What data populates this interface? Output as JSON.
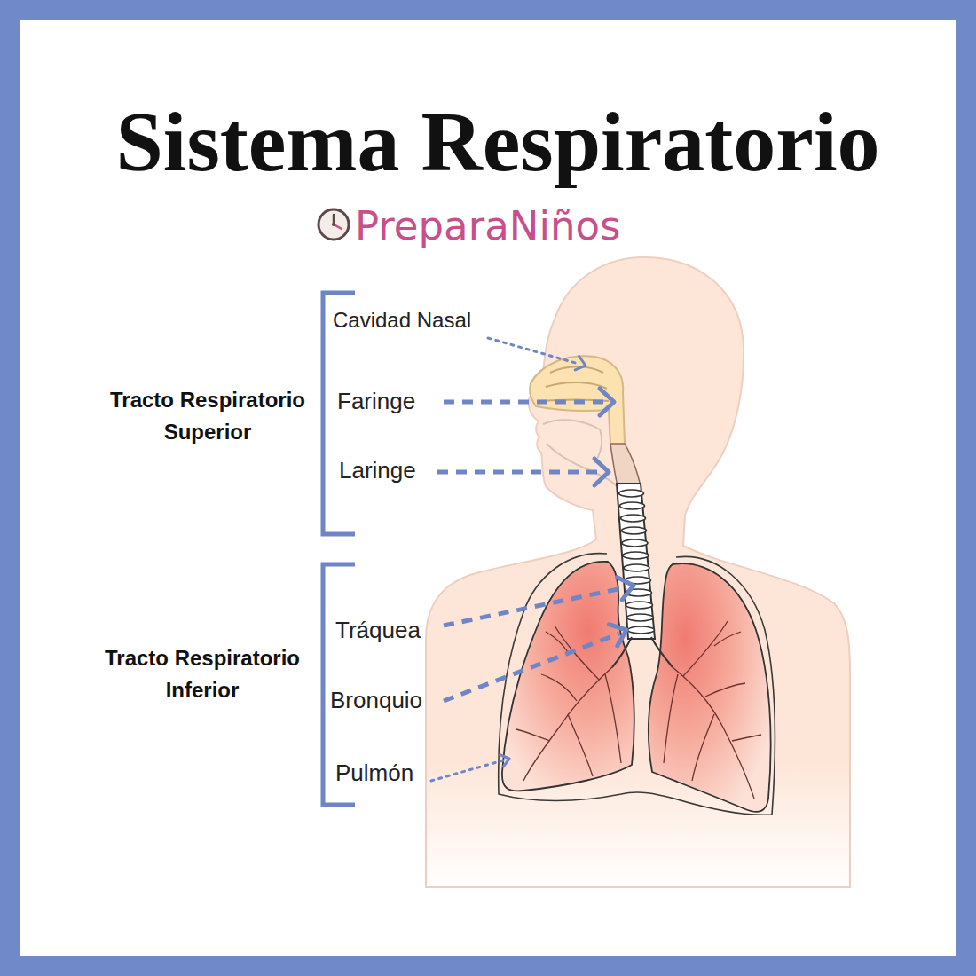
{
  "diagram": {
    "title": "Sistema Respiratorio",
    "labels": [
      "PreparaNiños",
      "Tracto Respiratorio Superior",
      "Cavidad Nasal",
      "Faringe",
      "Laringe",
      "Tracto Respiratorio Inferior",
      "Tráquea",
      "Bronquio",
      "Pulmón"
    ]
  }
}
